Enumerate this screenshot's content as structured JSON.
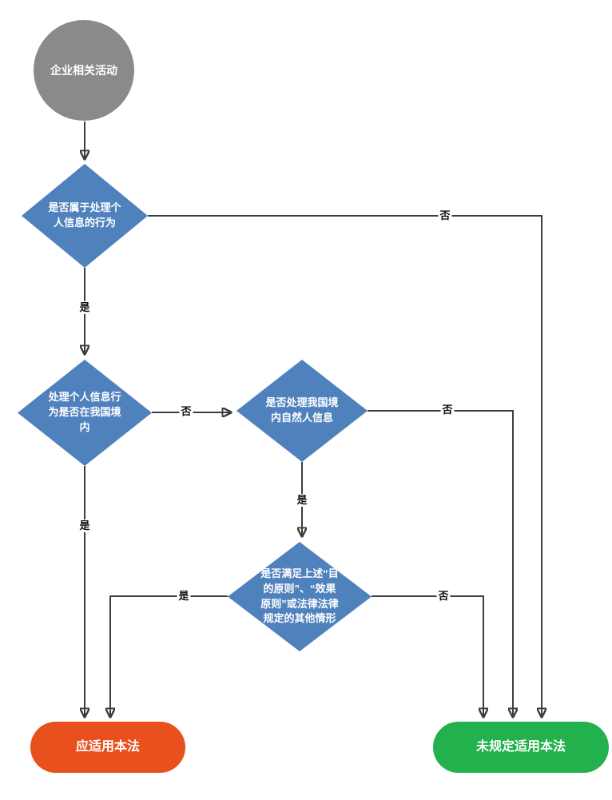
{
  "diagram": {
    "nodes": {
      "start": {
        "label": "企业相关活动",
        "shape": "circle"
      },
      "q_personal_info": {
        "label": "是否属于处理个\n人信息的行为",
        "shape": "diamond"
      },
      "q_in_china": {
        "label": "处理个人信息行\n为是否在我国境\n内",
        "shape": "diamond"
      },
      "q_natural_person": {
        "label": "是否处理我国境\n内自然人信息",
        "shape": "diamond"
      },
      "q_principles": {
        "label": "是否满足上述“目\n的原则”、“效果\n原则”或法律法律\n规定的其他情形",
        "shape": "diamond"
      },
      "end_apply": {
        "label": "应适用本法",
        "shape": "rounded"
      },
      "end_not_apply": {
        "label": "未规定适用本法",
        "shape": "rounded"
      }
    },
    "edge_labels": {
      "d1_no": "否",
      "d1_yes": "是",
      "d2_no": "否",
      "d2_yes": "是",
      "d3_no": "否",
      "d3_yes": "是",
      "d4_yes": "是",
      "d4_no": "否"
    },
    "colors": {
      "start_fill": "#8a8a8a",
      "decision_fill": "#4f81bd",
      "apply_fill": "#e8501d",
      "not_apply_fill": "#22b14c",
      "connector": "#3d3d3d",
      "arrowhead": "#111111",
      "node_text": "#ffffff",
      "edge_label_text": "#111111"
    }
  }
}
